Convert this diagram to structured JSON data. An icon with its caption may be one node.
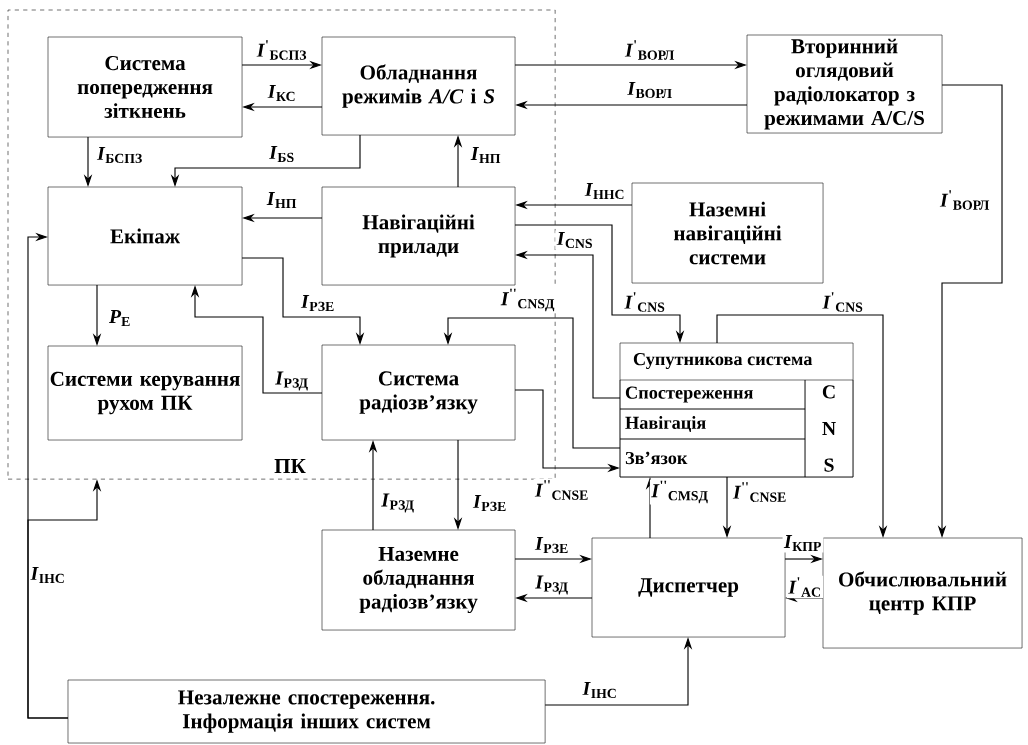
{
  "diagram": {
    "nodes": [
      {
        "text": [
          "ПК"
        ]
      },
      {
        "text": [
          "Система попередження зіткнень"
        ],
        "in": 0
      },
      {
        "text": [
          "Обладнання режимів *A/C* і *S*"
        ],
        "in": 0
      },
      {
        "text": [
          "Вторинний оглядовий радіолокатор з режимами A/C/S"
        ]
      },
      {
        "text": [
          "Екіпаж"
        ],
        "in": 0
      },
      {
        "text": [
          "Навігаційні прилади"
        ],
        "in": 0
      },
      {
        "text": [
          "Наземні навігаційні системи"
        ]
      },
      {
        "text": [
          "Системи керування рухом ПК"
        ],
        "in": 0
      },
      {
        "text": [
          "Система радіозв’язку"
        ],
        "in": 0
      },
      {
        "text": [
          "Супутникова система"
        ]
      },
      {
        "text": [
          "Спостереження"
        ],
        "in": 9
      },
      {
        "text": [
          "Навігація"
        ],
        "in": 9
      },
      {
        "text": [
          "Зв’язок"
        ],
        "in": 9
      },
      {
        "text": [
          "C",
          "N",
          "S"
        ],
        "in": 9
      },
      {
        "text": [
          "Наземне обладнання радіозв’язку"
        ]
      },
      {
        "text": [
          "Диспетчер"
        ]
      },
      {
        "text": [
          "Обчислювальний центр КПР"
        ]
      },
      {
        "text": [
          "Незалежне спостереження. Інформація інших систем"
        ]
      }
    ],
    "edges": [
      {
        "from": 1,
        "to": 2,
        "arrow": "to",
        "label": "*I*$^{'}$$_{БСПЗ}$"
      },
      {
        "from": 2,
        "to": 1,
        "arrow": "to",
        "label": "*I*$_{КС}$"
      },
      {
        "from": 2,
        "to": 3,
        "arrow": "to",
        "label": "*I*$^{'}$$_{ВОРЛ}$"
      },
      {
        "from": 3,
        "to": 2,
        "arrow": "to",
        "label": "*I*$_{ВОРЛ}$"
      },
      {
        "from": 1,
        "to": 4,
        "arrow": "to",
        "label": "*I*$_{БСПЗ}$"
      },
      {
        "from": 2,
        "to": 4,
        "arrow": "to",
        "label": "*I*$_{БS}$"
      },
      {
        "from": 5,
        "to": 2,
        "arrow": "to",
        "label": "*I*$_{НП}$"
      },
      {
        "from": 5,
        "to": 4,
        "arrow": "to",
        "label": "*I*$_{НП}$"
      },
      {
        "from": 6,
        "to": 5,
        "arrow": "to",
        "label": "*I*$_{ННС}$"
      },
      {
        "from": 5,
        "to": 9,
        "arrow": "to",
        "label": "*I*$^{'}$$_{CNS}$"
      },
      {
        "from": 10,
        "to": 5,
        "arrow": "to",
        "label": "*I*$_{CNS}$"
      },
      {
        "from": 9,
        "to": 16,
        "arrow": "to",
        "label": "*I*$^{'}$$_{CNS}$"
      },
      {
        "from": 3,
        "to": 16,
        "arrow": "to",
        "label": "*I*$^{'}$$_{ВОРЛ}$"
      },
      {
        "from": 4,
        "to": 8,
        "arrow": "to",
        "label": "*I*$_{РЗЕ}$"
      },
      {
        "from": 8,
        "to": 4,
        "arrow": "to",
        "label": "*I*$_{РЗД}$"
      },
      {
        "from": 4,
        "to": 7,
        "arrow": "to",
        "label": "*P*$_{Е}$"
      },
      {
        "from": 12,
        "to": 8,
        "arrow": "to",
        "label": "*I*$^{''}$$_{CNSД}$"
      },
      {
        "from": 8,
        "to": 12,
        "arrow": "to",
        "label": "*I*$^{''}$$_{CNSE}$"
      },
      {
        "from": 14,
        "to": 8,
        "arrow": "to",
        "label": "*I*$_{РЗД}$"
      },
      {
        "from": 8,
        "to": 14,
        "arrow": "to",
        "label": "*I*$_{РЗЕ}$"
      },
      {
        "from": 14,
        "to": 15,
        "arrow": "to",
        "label": "*I*$_{РЗЕ}$"
      },
      {
        "from": 15,
        "to": 14,
        "arrow": "to",
        "label": "*I*$_{РЗД}$"
      },
      {
        "from": 15,
        "to": 16,
        "arrow": "to",
        "label": "*I*$_{КПР}$"
      },
      {
        "from": 16,
        "to": 15,
        "arrow": "to",
        "label": "*I*$^{'}$$_{AC}$"
      },
      {
        "from": 15,
        "to": 9,
        "arrow": "to",
        "label": "*I*$^{''}$$_{CMSД}$"
      },
      {
        "from": 9,
        "to": 15,
        "arrow": "to",
        "label": "*I*$^{''}$$_{CNSE}$"
      },
      {
        "from": 17,
        "to": 15,
        "arrow": "to",
        "label": "*I*$_{ІНС}$"
      },
      {
        "from": 17,
        "to": 0,
        "arrow": "to",
        "label": "*I*$_{ІНС}$"
      },
      {
        "from": 17,
        "to": 4,
        "arrow": "to"
      }
    ]
  }
}
